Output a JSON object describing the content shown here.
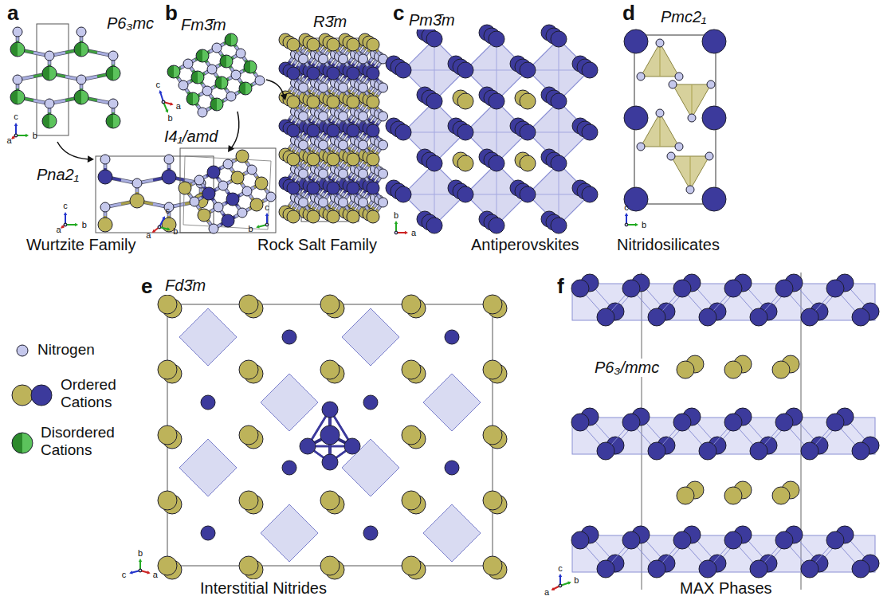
{
  "diagram": {
    "labels": [
      "a",
      "P6₃mc",
      "Pna2₁",
      "Wurtzite Family",
      "b",
      "Fm3̄m",
      "I4₁/amd",
      "R3̄m",
      "Rock Salt Family",
      "c",
      "Pm3̄m",
      "Antiperovskites",
      "d",
      "Pmc2₁",
      "Nitridosilicates",
      "e",
      "Fd3̄m",
      "Interstitial Nitrides",
      "f",
      "P6₃/mmc",
      "MAX Phases",
      "c",
      "a",
      "b",
      "c",
      "a",
      "b",
      "c",
      "a",
      "b",
      "c",
      "b",
      "a",
      "c",
      "b",
      "b",
      "a",
      "c",
      "b",
      "b",
      "c",
      "a",
      "c",
      "a",
      "b"
    ],
    "legend": [
      {
        "text": "Nitrogen"
      },
      {
        "text": "Ordered Cations"
      },
      {
        "text": "Disordered Cations"
      }
    ]
  }
}
